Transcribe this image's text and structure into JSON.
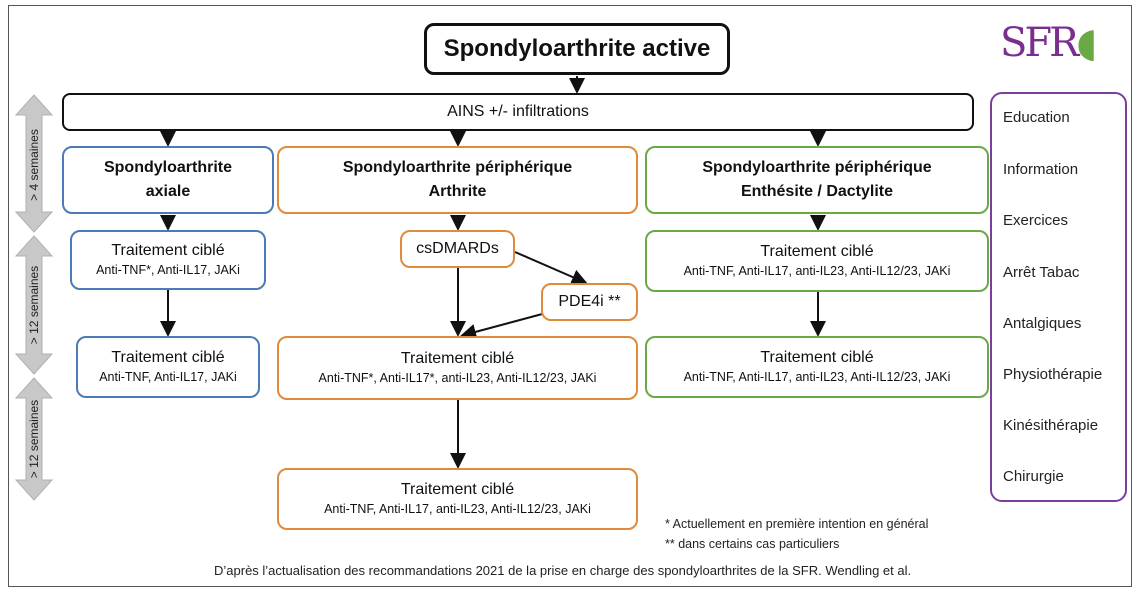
{
  "title": "Spondyloarthrite active",
  "ains": "AINS +/- infiltrations",
  "logo": {
    "text": "SFR",
    "brand_color": "#7a2f8f",
    "accent_color": "#6aaa46"
  },
  "periods": [
    "> 4 semaines",
    "> 12 semaines",
    "> 12 semaines"
  ],
  "columns": {
    "axial": {
      "title_line1": "Spondyloarthrite",
      "title_line2": "axiale",
      "step1": {
        "label": "Traitement ciblé",
        "drugs": "Anti-TNF*, Anti-IL17, JAKi"
      },
      "step2": {
        "label": "Traitement ciblé",
        "drugs": "Anti-TNF, Anti-IL17, JAKi"
      }
    },
    "arthrite": {
      "title_line1": "Spondyloarthrite périphérique",
      "title_line2": "Arthrite",
      "csdmards": "csDMARDs",
      "pde4i": "PDE4i **",
      "step1": {
        "label": "Traitement ciblé",
        "drugs": "Anti-TNF*, Anti-IL17*, anti-IL23, Anti-IL12/23, JAKi"
      },
      "step2": {
        "label": "Traitement ciblé",
        "drugs": "Anti-TNF, Anti-IL17, anti-IL23, Anti-IL12/23, JAKi"
      }
    },
    "enthesite": {
      "title_line1": "Spondyloarthrite périphérique",
      "title_line2": "Enthésite / Dactylite",
      "step1": {
        "label": "Traitement ciblé",
        "drugs": "Anti-TNF, Anti-IL17, anti-IL23, Anti-IL12/23, JAKi"
      },
      "step2": {
        "label": "Traitement ciblé",
        "drugs": "Anti-TNF, Anti-IL17, anti-IL23, Anti-IL12/23, JAKi"
      }
    }
  },
  "side_measures": [
    "Education",
    "Information",
    "Exercices",
    "Arrêt Tabac",
    "Antalgiques",
    "Physiothérapie",
    "Kinésithérapie",
    "Chirurgie"
  ],
  "footnotes": {
    "star": "* Actuellement en première intention en général",
    "double_star": "** dans certains cas particuliers"
  },
  "source": "D’après l’actualisation des recommandations 2021 de la prise en charge des spondyloarthrites de la SFR. Wendling et al."
}
